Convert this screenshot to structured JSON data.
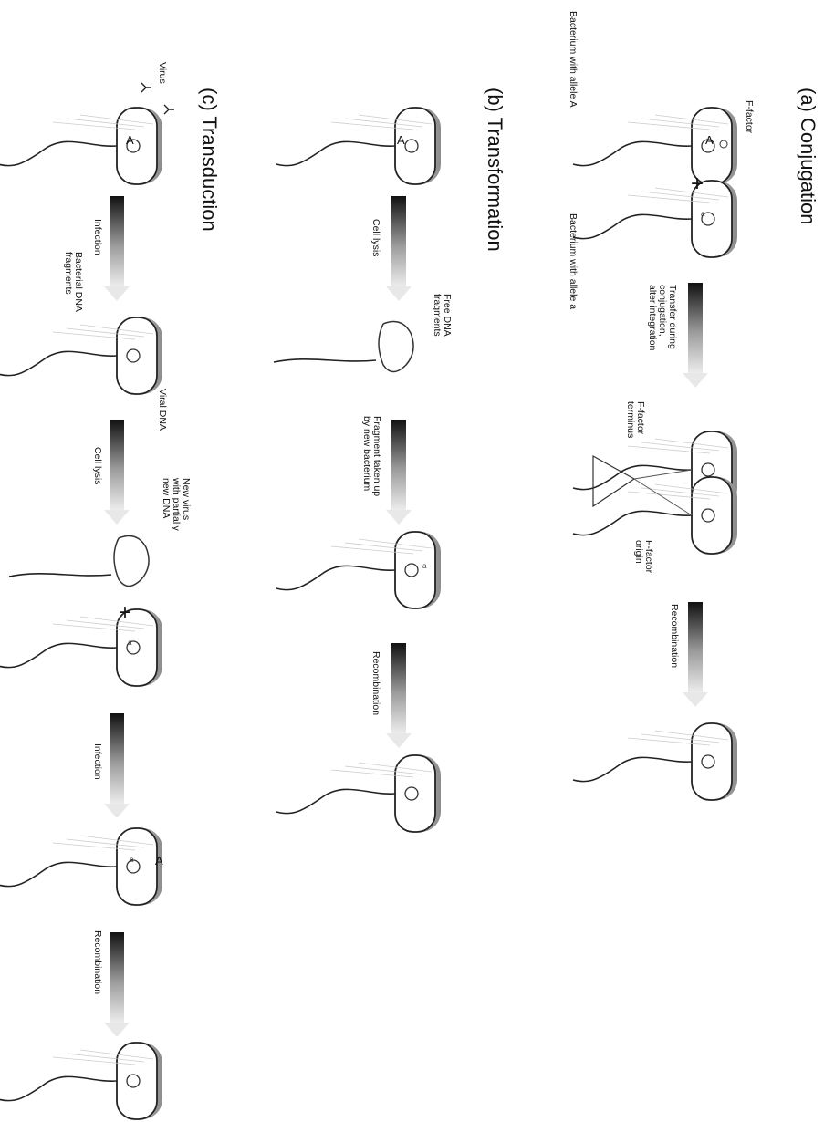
{
  "sections": {
    "a": {
      "title": "(a) Conjugation",
      "f_factor": "F-factor",
      "bacterium_A": "Bacterium with allele A",
      "bacterium_a": "Bacterium with allele a",
      "step1": "Transfer during\nconjugation,\nalter integration",
      "f_factor_terminus": "F-factor\nterminus",
      "f_factor_origin": "F-factor\norigin",
      "step2": "Recombination"
    },
    "b": {
      "title": "(b) Transformation",
      "step1": "Cell lysis",
      "free_dna": "Free DNA\nfragments",
      "step2": "Fragment taken up\nby new bacterium",
      "step3": "Recombination"
    },
    "c": {
      "title": "(c) Transduction",
      "virus": "Virus",
      "step1": "Infection",
      "bacterial_dna": "Bacterial DNA\nfragments",
      "viral_dna": "Viral DNA",
      "step2": "Cell lysis",
      "new_virus": "New virus\nwith partially\nnew DNA",
      "step3": "Infection",
      "step4": "Recombination"
    }
  },
  "alleles": {
    "upper": "A",
    "lower": "a"
  },
  "plus": "+",
  "colors": {
    "arrow_top": "#111111",
    "arrow_bottom": "#f2f2f2",
    "cell_shadow": "#9a9a9a",
    "cell_outline": "#222222"
  }
}
